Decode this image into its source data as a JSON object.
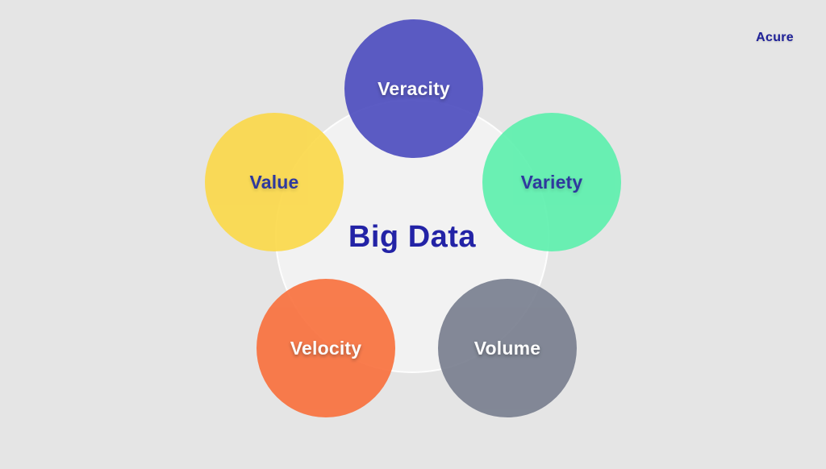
{
  "brand": {
    "name": "Acure",
    "color": "#1f2199"
  },
  "center": {
    "label": "Big Data",
    "color": "#2323a6"
  },
  "nodes": [
    {
      "id": "veracity",
      "label": "Veracity",
      "fill": "#4f4fc0",
      "text_color": "#ffffff",
      "text_style": "light"
    },
    {
      "id": "variety",
      "label": "Variety",
      "fill": "#5ef0ae",
      "text_color": "#1f2a99",
      "text_style": "dark"
    },
    {
      "id": "volume",
      "label": "Volume",
      "fill": "#7a8090",
      "text_color": "#ffffff",
      "text_style": "light"
    },
    {
      "id": "velocity",
      "label": "Velocity",
      "fill": "#f9723f",
      "text_color": "#ffffff",
      "text_style": "light"
    },
    {
      "id": "value",
      "label": "Value",
      "fill": "#fbd94b",
      "text_color": "#1f2a99",
      "text_style": "dark"
    }
  ]
}
